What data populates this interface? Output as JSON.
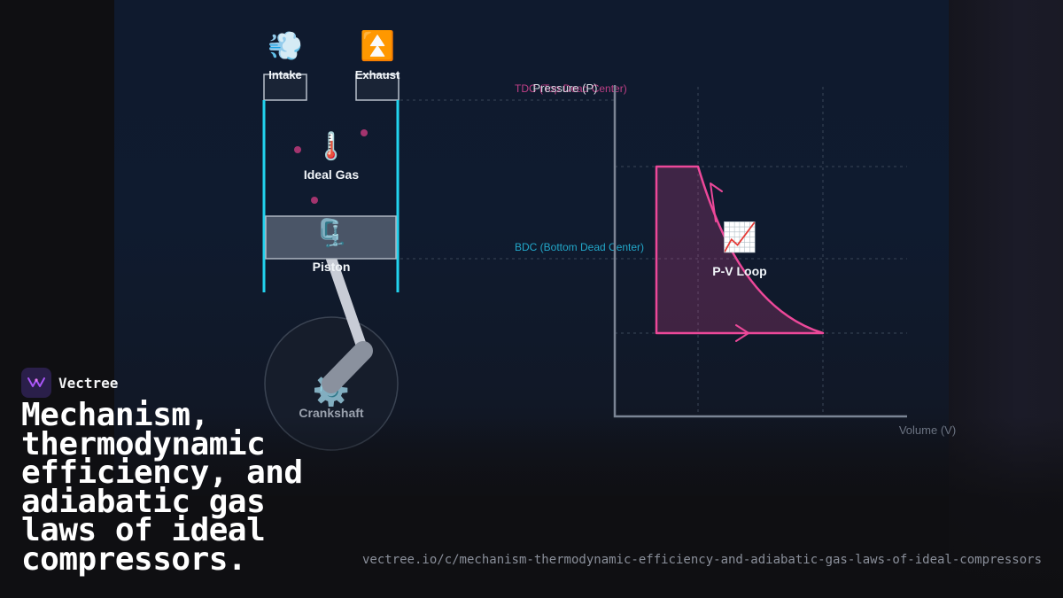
{
  "diagram": {
    "labels": {
      "intake": "Intake",
      "exhaust": "Exhaust",
      "ideal_gas": "Ideal Gas",
      "piston": "Piston",
      "crankshaft": "Crankshaft",
      "pv_loop": "P-V Loop"
    },
    "axes": {
      "pressure": "Pressure (P)",
      "volume": "Volume (V)"
    },
    "markers": {
      "tdc": "TDC (Top Dead Center)",
      "bdc": "BDC (Bottom Dead Center)"
    },
    "icons": {
      "intake": "💨",
      "exhaust": "⏫",
      "ideal_gas": "🌡️",
      "piston": "🗜️",
      "crankshaft": "⚙️",
      "pv_loop": "📈"
    },
    "colors": {
      "cylinder_wall": "#22d3ee",
      "pv_curve": "#ec4899",
      "tdc_label": "#be3f86",
      "bdc_label": "#22a7c9",
      "gas_particle": "#a3346e"
    }
  },
  "brand": {
    "name": "Vectree"
  },
  "headline": "Mechanism, thermodynamic efficiency, and adiabatic gas laws of ideal compressors.",
  "url": "vectree.io/c/mechanism-thermodynamic-efficiency-and-adiabatic-gas-laws-of-ideal-compressors"
}
